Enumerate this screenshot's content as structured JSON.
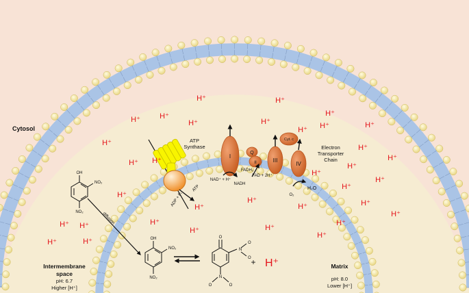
{
  "regions": {
    "cytosol": "Cytosol",
    "intermembrane": {
      "name": "Intermembrane\nspace",
      "ph": "pH: 6.7",
      "conc": "Higher [H⁺]"
    },
    "matrix": {
      "name": "Matrix",
      "ph": "pH: 8.0",
      "conc": "Lower [H⁺]"
    }
  },
  "proton_symbol": "H⁺",
  "atp_synthase": {
    "label": "ATP\nSynthase",
    "adp": "ADP + Pᵢ",
    "atp": "ATP"
  },
  "etc": {
    "label": "Electron\nTransporter\nChain",
    "complexes": [
      "I",
      "Q",
      "II",
      "III",
      "Cyt. c",
      "IV"
    ],
    "nad": "NAD⁺ + H⁺",
    "nadh": "NADH",
    "fadh2": "FADH₂",
    "fad": "FAD + 2H⁺",
    "o2": "O₂",
    "h2o": "H₂O"
  },
  "diffusion_label": "diffusion",
  "reaction": {
    "plus": "+",
    "proton": "H⁺"
  },
  "molecule_atoms": {
    "oh": "OH",
    "no2": "NO₂",
    "o": "O",
    "n": "N"
  },
  "colors": {
    "background": "#f8e3d6",
    "head": "#f2e7a3",
    "tail": "#aac4e6",
    "complex": "#e07b3a",
    "synthase_head": "#f5a04a",
    "synthase_stalk": "#f2f000",
    "proton": "#e4141b"
  }
}
